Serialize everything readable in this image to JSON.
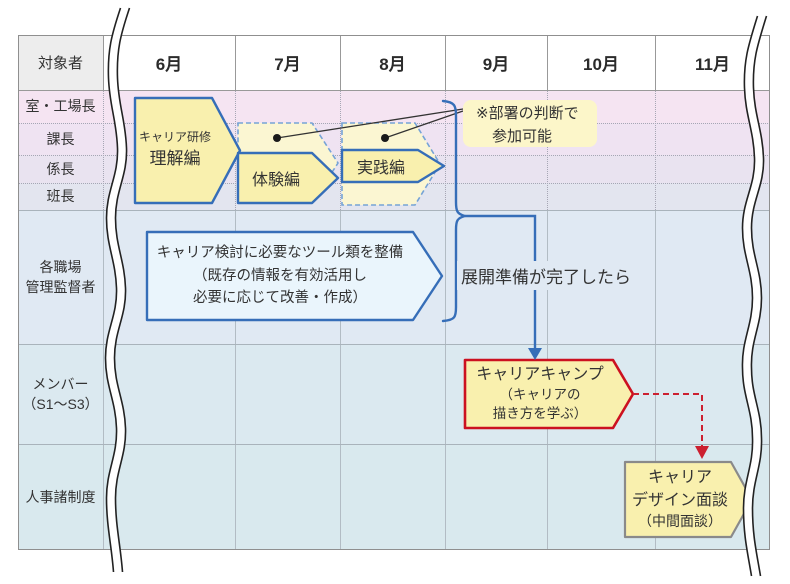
{
  "table": {
    "corner_header": "対象者",
    "months": [
      "6月",
      "7月",
      "8月",
      "9月",
      "10月",
      "11月"
    ],
    "row_labels": {
      "r1": "室・工場長",
      "r2": "課長",
      "r3": "係長",
      "r4": "班長",
      "r5a": "各職場",
      "r5b": "管理監督者",
      "r6a": "メンバー",
      "r6b": "（S1〜S3）",
      "r7": "人事諸制度"
    }
  },
  "shapes": {
    "understanding": {
      "tag": "キャリア研修",
      "label": "理解編"
    },
    "experience": {
      "label": "体験編"
    },
    "practice": {
      "label": "実践編"
    },
    "tools": {
      "line1": "キャリア検討に必要なツール類を整備",
      "line2": "（既存の情報を有効活用し",
      "line3": "必要に応じて改善・作成）"
    },
    "career_camp": {
      "line1": "キャリアキャンプ",
      "line2": "（キャリアの",
      "line3": "描き方を学ぶ）"
    },
    "career_design": {
      "line1": "キャリア",
      "line2": "デザイン面談",
      "line3": "（中間面談）"
    }
  },
  "annotations": {
    "dept_note": {
      "line1": "※部署の判断で",
      "line2": "参加可能"
    },
    "ready_note": "展開準備が完了したら"
  },
  "colors": {
    "accent_blue": "#366eb8",
    "accent_red": "#cc1120",
    "shape_yellow": "#f9f0ae",
    "pale_yellow": "#fbf6d2",
    "note_yellow": "#fcf6c9",
    "tools_blue": "#eaf5fc",
    "band_pink": "#f5e4f2",
    "band_blue": "#d9e9ee"
  }
}
